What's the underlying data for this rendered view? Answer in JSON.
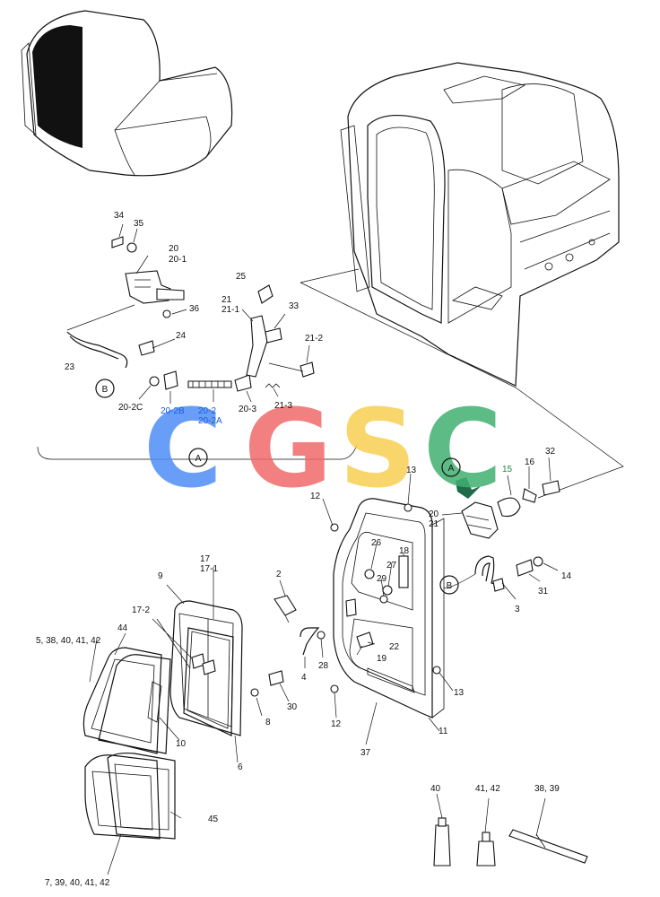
{
  "watermark": {
    "letters": [
      "C",
      "G",
      "S",
      "C"
    ],
    "colors": [
      "#4f8ef7",
      "#f06a6a",
      "#f8cf52",
      "#41b070"
    ]
  },
  "callouts": {
    "A_left": "A",
    "A_right": "A",
    "B_left": "B",
    "B_right": "B"
  },
  "labels": {
    "p34": "34",
    "p35": "35",
    "p20": "20",
    "p20_1": "20-1",
    "p36": "36",
    "p24": "24",
    "p23": "23",
    "p20_2C": "20-2C",
    "p20_2B": "20-2B",
    "p20_2": "20-2",
    "p20_2A": "20-2A",
    "p25": "25",
    "p21": "21",
    "p21_1": "21-1",
    "p33": "33",
    "p21_2": "21-2",
    "p20_3": "20-3",
    "p21_3": "21-3",
    "p13a": "13",
    "p12a": "12",
    "p15": "15",
    "p16": "16",
    "p32": "32",
    "p20b": "20",
    "p21b": "21",
    "p26": "26",
    "p18": "18",
    "p27": "27",
    "p29": "29",
    "p14": "14",
    "p31": "31",
    "p3": "3",
    "p2": "2",
    "p28": "28",
    "p4": "4",
    "p22": "22",
    "p19": "19",
    "p13b": "13",
    "p12b": "12",
    "p11": "11",
    "p37": "37",
    "p9": "9",
    "p17": "17",
    "p17_1": "17-1",
    "p17_2": "17-2",
    "p44": "44",
    "p5": "5, 38, 40, 41, 42",
    "p10": "10",
    "p6": "6",
    "p8": "8",
    "p30": "30",
    "p45": "45",
    "p7": "7, 39, 40, 41, 42",
    "p40": "40",
    "p41": "41, 42",
    "p38": "38, 39"
  }
}
